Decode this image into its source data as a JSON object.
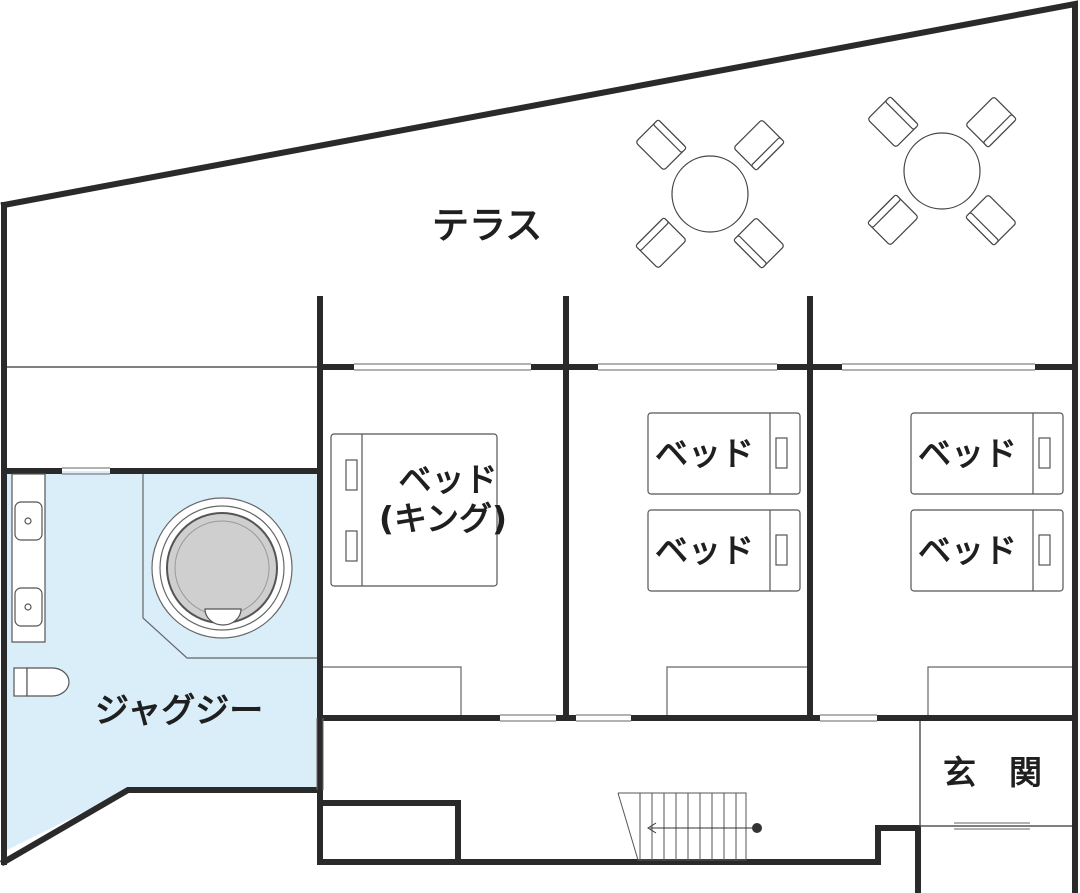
{
  "rooms": {
    "terrace": "テラス",
    "jacuzzi": "ジャグジー",
    "entrance": "玄　関",
    "king_bed_line1": "ベッド",
    "king_bed_line2": "(キング)",
    "bed_room2_a": "ベッド",
    "bed_room2_b": "ベッド",
    "bed_room3_a": "ベッド",
    "bed_room3_b": "ベッド"
  },
  "colors": {
    "wall": "#2a2a2a",
    "line": "#555555",
    "jacuzzi_fill": "#d9eef9",
    "tub_fill": "#cfcfcf",
    "text": "#1f1f1f"
  }
}
